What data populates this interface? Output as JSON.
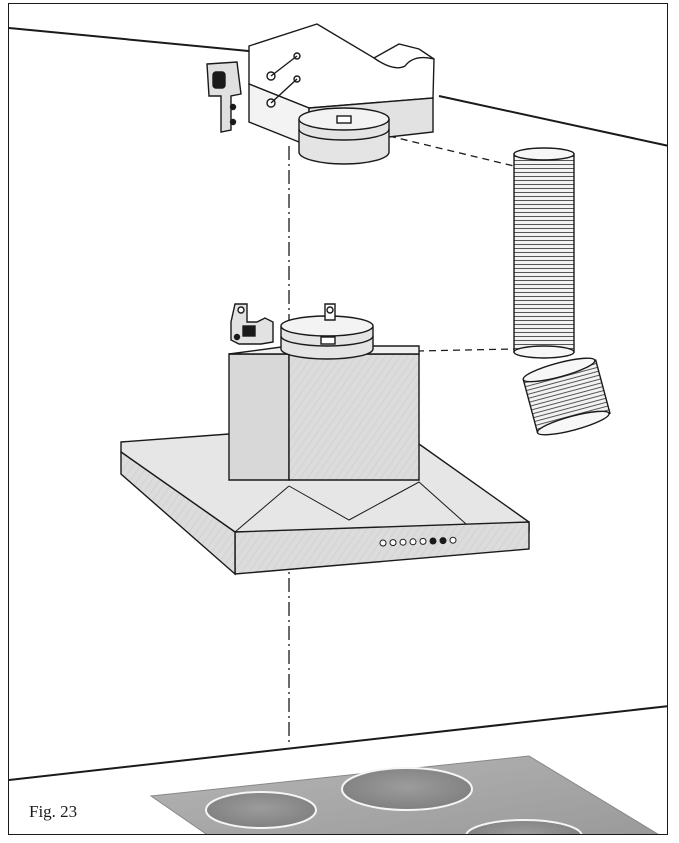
{
  "figure": {
    "label": "Fig. 23"
  },
  "range_hood": {
    "control_buttons": {
      "count": 8,
      "filled": [
        5,
        6
      ]
    }
  },
  "colors": {
    "line": "#1a1a1a",
    "steel_light": "#e9e9e9",
    "steel_mid": "#d2d2d2",
    "steel_dark": "#bdbdbd",
    "hob": "#a8a8a8"
  }
}
